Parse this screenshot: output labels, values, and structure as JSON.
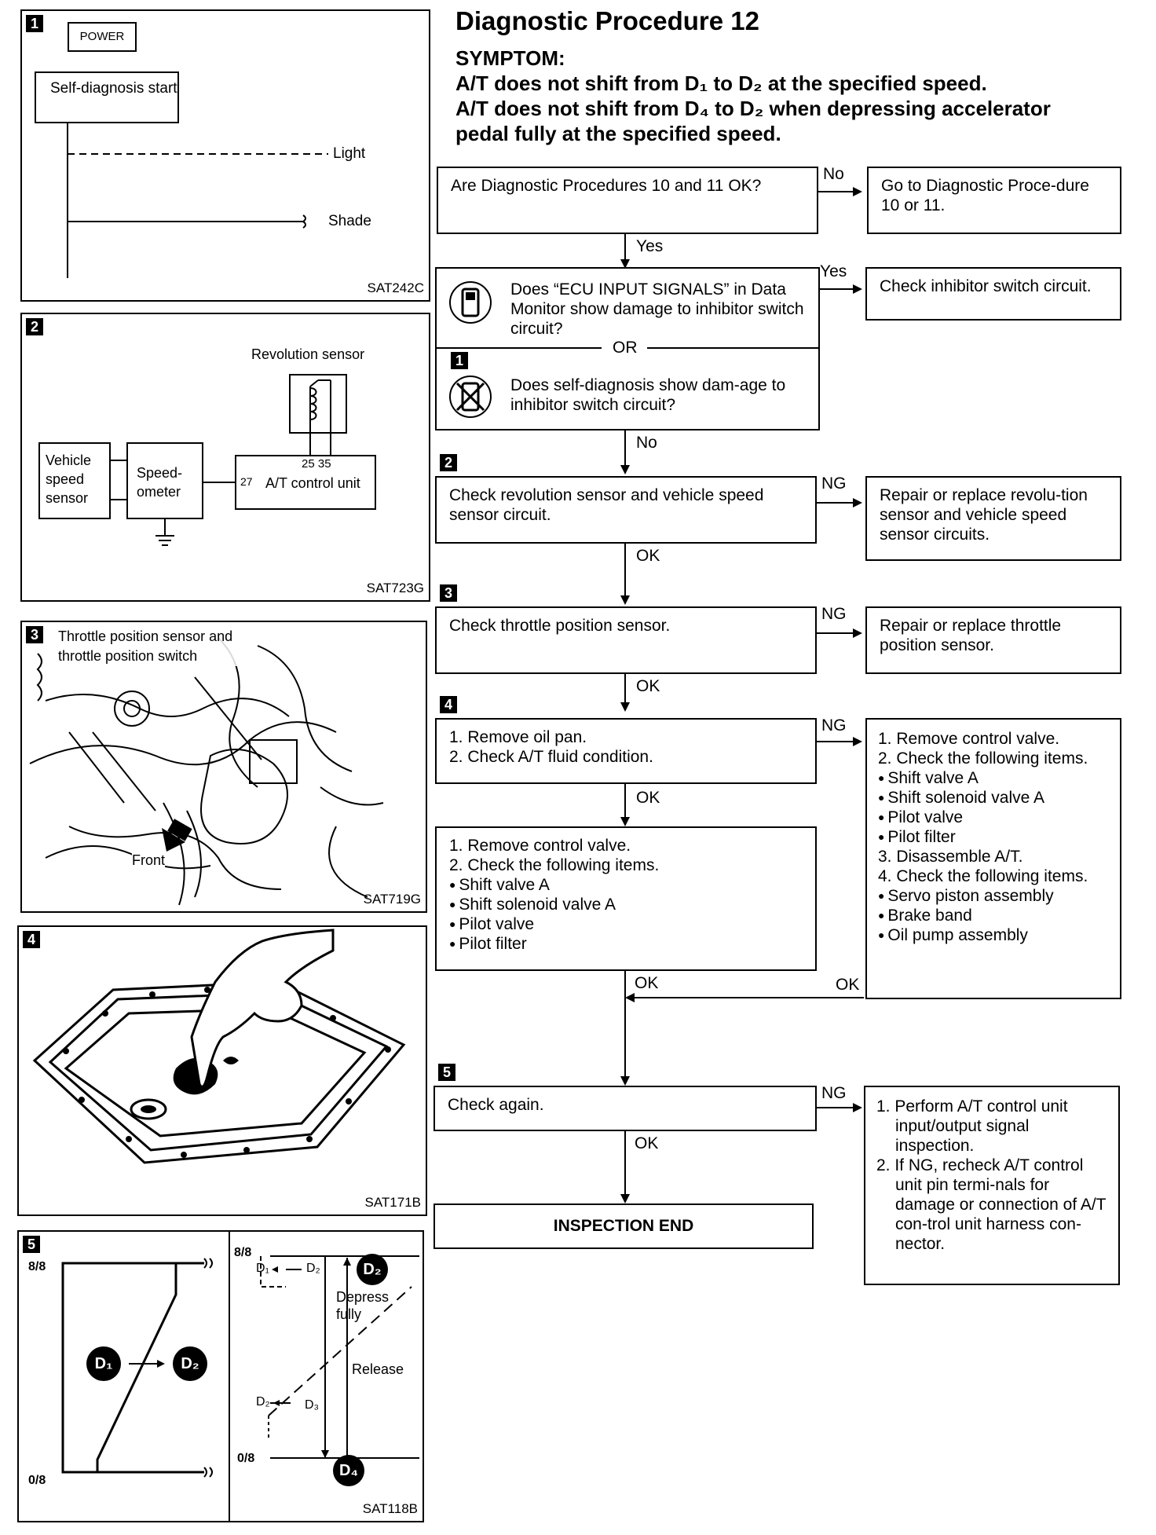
{
  "title": "Diagnostic Procedure 12",
  "symptom": {
    "heading": "SYMPTOM:",
    "line1": "A/T does not shift from D₁ to D₂ at the specified speed.",
    "line2": "A/T does not shift from D₄ to D₂ when depressing accelerator",
    "line3": "pedal fully at the specified speed."
  },
  "panels": {
    "p1": {
      "num": "1",
      "power": "POWER",
      "start": "Self-diagnosis start",
      "light": "Light",
      "shade": "Shade",
      "code": "SAT242C"
    },
    "p2": {
      "num": "2",
      "rev_sensor": "Revolution sensor",
      "pins": "25 35",
      "pin27": "27",
      "vss": "Vehicle speed sensor",
      "speedo": "Speed-ometer",
      "atcu": "A/T control unit",
      "code": "SAT723G"
    },
    "p3": {
      "num": "3",
      "label": "Throttle position sensor and throttle position switch",
      "front": "Front",
      "code": "SAT719G"
    },
    "p4": {
      "num": "4",
      "code": "SAT171B"
    },
    "p5": {
      "num": "5",
      "top_left": "8/8",
      "bottom_left": "0/8",
      "d1": "D₁",
      "d2": "D₂",
      "top_right": "8/8",
      "bottom_right": "0/8",
      "d1_small": "D₁",
      "d2_small": "D₂",
      "d2_circ": "D₂",
      "depress": "Depress fully",
      "release": "Release",
      "d2_small2": "D₂",
      "d3_small": "D₃",
      "d4_circ": "D₄",
      "code": "SAT118B"
    }
  },
  "flow": {
    "q1": "Are Diagnostic Procedures 10 and 11 OK?",
    "q1_no": "No",
    "q1_no_box": "Go to Diagnostic Proce-dure 10 or 11.",
    "q1_yes": "Yes",
    "q2": "Does “ECU INPUT SIGNALS” in Data Monitor show damage to inhibitor switch circuit?",
    "q2_or": "OR",
    "q2b": "Does self-diagnosis show dam-age to inhibitor switch circuit?",
    "q2_yes": "Yes",
    "q2_yes_box": "Check inhibitor switch circuit.",
    "q2_no": "No",
    "s2_num": "2",
    "s2": "Check revolution sensor and vehicle speed sensor circuit.",
    "s2_ng": "NG",
    "s2_ng_box": "Repair or replace revolu-tion sensor and vehicle speed sensor circuits.",
    "s2_ok": "OK",
    "s3_num": "3",
    "s3": "Check throttle position sensor.",
    "s3_ng": "NG",
    "s3_ng_box": "Repair or replace throttle position sensor.",
    "s3_ok": "OK",
    "s4_num": "4",
    "s4_items": [
      "1. Remove oil pan.",
      "2. Check A/T fluid condition."
    ],
    "s4_ng": "NG",
    "s4_ng_items": [
      "1. Remove control valve.",
      "2. Check the following items.",
      "Shift valve A",
      "Shift solenoid valve A",
      "Pilot valve",
      "Pilot filter",
      "3. Disassemble A/T.",
      "4. Check the following items.",
      "Servo piston assembly",
      "Brake band",
      "Oil pump assembly"
    ],
    "s4_ok": "OK",
    "s4b_items": [
      "1. Remove control valve.",
      "2. Check the following items.",
      "Shift valve A",
      "Shift solenoid valve A",
      "Pilot valve",
      "Pilot filter"
    ],
    "s4b_ok": "OK",
    "s4_ng_ok": "OK",
    "s5_num": "5",
    "s5": "Check again.",
    "s5_ng": "NG",
    "s5_ng_items": [
      "1. Perform A/T control unit input/output signal inspection.",
      "2. If NG, recheck A/T control unit pin termi-nals for damage or connection of A/T con-trol unit harness con-nector."
    ],
    "s5_ok": "OK",
    "end": "INSPECTION END",
    "step1_num": "1"
  }
}
